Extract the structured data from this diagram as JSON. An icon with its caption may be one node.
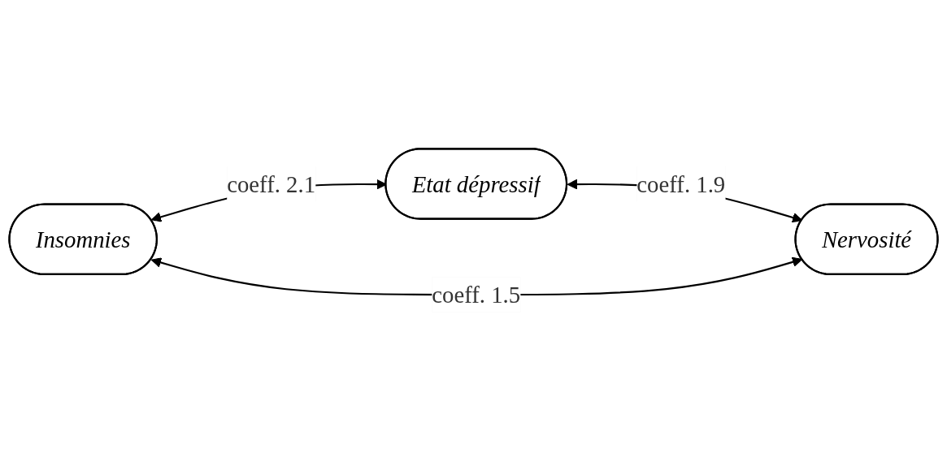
{
  "diagram": {
    "nodes": [
      {
        "text": [
          "Etat dépressif"
        ]
      },
      {
        "text": [
          "Insomnies"
        ]
      },
      {
        "text": [
          "Nervosité"
        ]
      }
    ],
    "edges": [
      {
        "from": 1,
        "to": 0,
        "arrow": "both",
        "label": "coeff. 2.1"
      },
      {
        "from": 0,
        "to": 2,
        "arrow": "both",
        "label": "coeff. 1.9"
      },
      {
        "from": 1,
        "to": 2,
        "arrow": "both",
        "label": "coeff. 1.5"
      }
    ]
  }
}
